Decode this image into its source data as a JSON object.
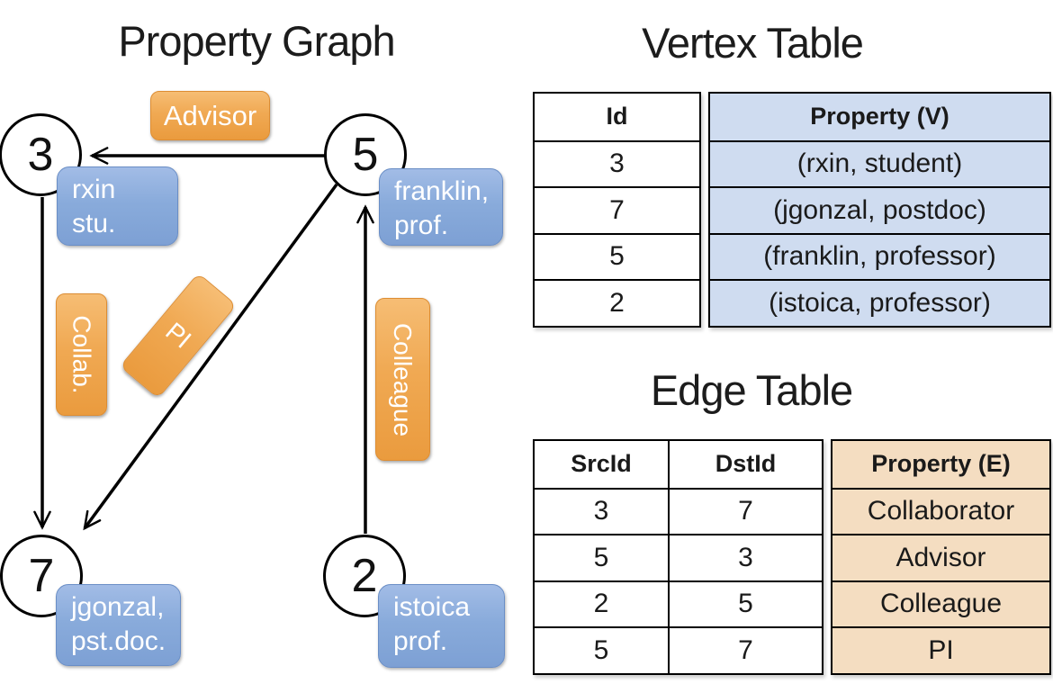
{
  "graph": {
    "title": "Property Graph",
    "nodes": [
      {
        "id": "3",
        "prop_line1": "rxin",
        "prop_line2": "stu."
      },
      {
        "id": "5",
        "prop_line1": "franklin,",
        "prop_line2": "prof."
      },
      {
        "id": "7",
        "prop_line1": "jgonzal,",
        "prop_line2": "pst.doc."
      },
      {
        "id": "2",
        "prop_line1": "istoica",
        "prop_line2": "prof."
      }
    ],
    "edges": [
      {
        "label": "Advisor",
        "src": "5",
        "dst": "3"
      },
      {
        "label": "Collab.",
        "src": "3",
        "dst": "7"
      },
      {
        "label": "PI",
        "src": "5",
        "dst": "7"
      },
      {
        "label": "Colleague",
        "src": "2",
        "dst": "5"
      }
    ]
  },
  "vertex_table": {
    "title": "Vertex Table",
    "columns": [
      "Id",
      "Property (V)"
    ],
    "rows": [
      {
        "id": "3",
        "property": "(rxin, student)"
      },
      {
        "id": "7",
        "property": "(jgonzal, postdoc)"
      },
      {
        "id": "5",
        "property": "(franklin, professor)"
      },
      {
        "id": "2",
        "property": "(istoica, professor)"
      }
    ]
  },
  "edge_table": {
    "title": "Edge Table",
    "columns": [
      "SrcId",
      "DstId",
      "Property (E)"
    ],
    "rows": [
      {
        "src": "3",
        "dst": "7",
        "property": "Collaborator"
      },
      {
        "src": "5",
        "dst": "3",
        "property": "Advisor"
      },
      {
        "src": "2",
        "dst": "5",
        "property": "Colleague"
      },
      {
        "src": "5",
        "dst": "7",
        "property": "PI"
      }
    ]
  },
  "colors": {
    "edge_label_fill_top": "#f6bd74",
    "edge_label_fill_bottom": "#ea9b3e",
    "edge_label_border": "#dd8d33",
    "vertex_box_fill_top": "#a2bce6",
    "vertex_box_fill_bottom": "#7da0d4",
    "vertex_box_border": "#6a8ec6",
    "vertex_table_cell": "#cfdcf0",
    "edge_table_cell": "#f4ddc1",
    "line": "#000000",
    "label_text": "#ffffff",
    "text": "#1a1a1a"
  }
}
